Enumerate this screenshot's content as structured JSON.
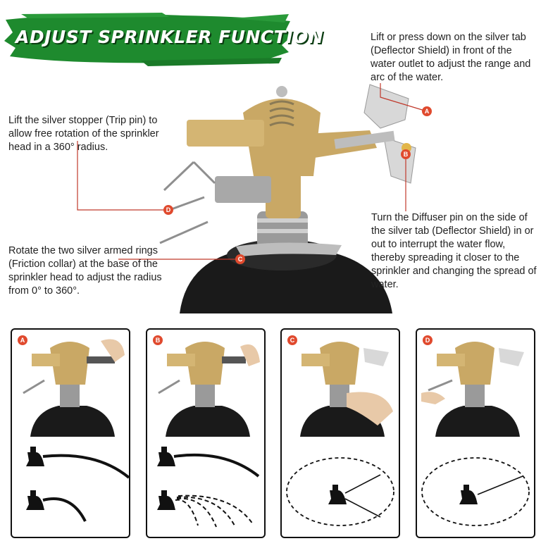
{
  "banner": {
    "title": "ADJUST SPRINKLER FUNCTION"
  },
  "notes": {
    "a": "Lift or press down on the silver tab (Deflector Shield) in front of the water outlet to adjust the range and arc of the water.",
    "b": "Turn the Diffuser pin on the side of the silver tab (Deflector Shield) in or out to interrupt the water flow, thereby spreading it closer to the sprinkler and changing the spread of water.",
    "c": "Rotate the two silver armed rings (Friction collar) at the base of the sprinkler head to adjust the radius from 0° to 360°.",
    "d": "Lift the silver stopper (Trip pin) to allow free rotation of the sprinkler head in a 360° radius."
  },
  "markers": {
    "a": "A",
    "b": "B",
    "c": "C",
    "d": "D"
  },
  "panels": [
    {
      "badge": "A"
    },
    {
      "badge": "B"
    },
    {
      "badge": "C"
    },
    {
      "badge": "D"
    }
  ],
  "colors": {
    "brand_green": "#1e8a2e",
    "badge_red": "#e04a2e",
    "brass": "#c9a865",
    "base_black": "#1a1a1a"
  },
  "icons": [
    "brush-stroke-banner",
    "sprinkler-head-photo",
    "hand-icon",
    "sprinkler-silhouette-icon",
    "water-arc",
    "spray-dash",
    "dashed-ellipse"
  ]
}
